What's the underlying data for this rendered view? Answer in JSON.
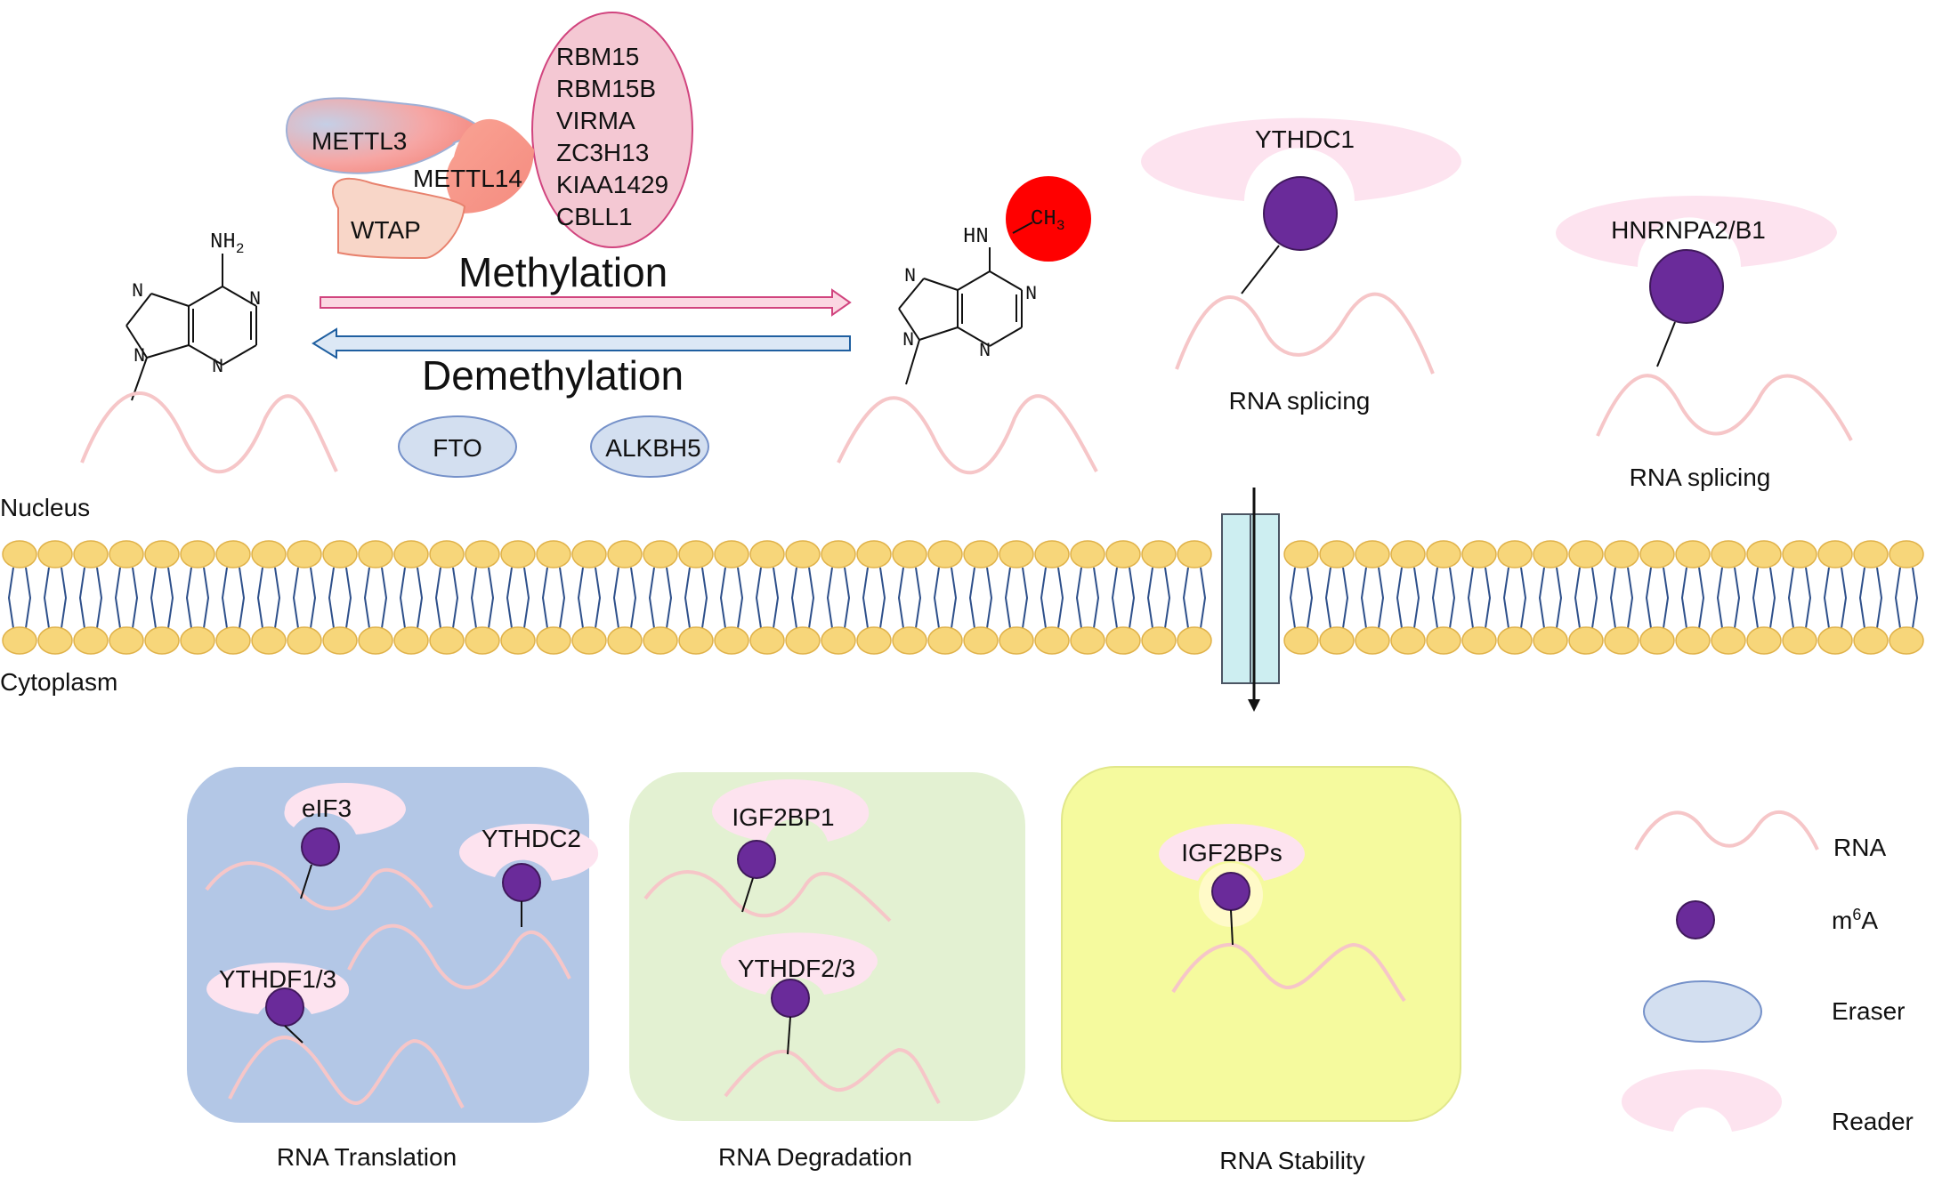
{
  "nucleus": {
    "writers": {
      "mettl3": "METTL3",
      "mettl14": "METTL14",
      "wtap": "WTAP",
      "others": [
        "RBM15",
        "RBM15B",
        "VIRMA",
        "ZC3H13",
        "KIAA1429",
        "CBLL1"
      ]
    },
    "adenine": {
      "nh2_prefix": "NH",
      "nh2_sub": "2",
      "ring_n": "N",
      "methyl_hn": "HN",
      "methyl_ch": "CH",
      "methyl_sub": "3"
    },
    "methylation_label": "Methylation",
    "demethylation_label": "Demethylation",
    "erasers": [
      "FTO",
      "ALKBH5"
    ],
    "readers": [
      {
        "name": "YTHDC1",
        "function": "RNA splicing"
      },
      {
        "name": "HNRNPA2/B1",
        "function": "RNA splicing"
      }
    ],
    "compartment_label": "Nucleus"
  },
  "cytoplasm": {
    "compartment_label": "Cytoplasm",
    "panels": [
      {
        "title": "RNA Translation",
        "readers": [
          "eIF3",
          "YTHDC2",
          "YTHDF1/3"
        ],
        "color": "#b3c7e6"
      },
      {
        "title": "RNA Degradation",
        "readers": [
          "IGF2BP1",
          "YTHDF2/3"
        ],
        "color": "#e3f1d2"
      },
      {
        "title": "RNA Stability",
        "readers": [
          "IGF2BPs"
        ],
        "color": "#f5fa9e"
      }
    ]
  },
  "legend": {
    "rna": "RNA",
    "m6a_prefix": "m",
    "m6a_sup": "6",
    "m6a_suffix": "A",
    "eraser": "Eraser",
    "reader": "Reader"
  },
  "colors": {
    "rna": "#f6c6c8",
    "m6a": "#6a2b9a",
    "eraser_fill": "#d3dff0",
    "eraser_stroke": "#7591c9",
    "reader": "#fde3ef",
    "methyl": "#ff0000",
    "membrane_head": "#f7d67a",
    "membrane_tail": "#2d4f8a",
    "channel": "#cdeef1"
  }
}
